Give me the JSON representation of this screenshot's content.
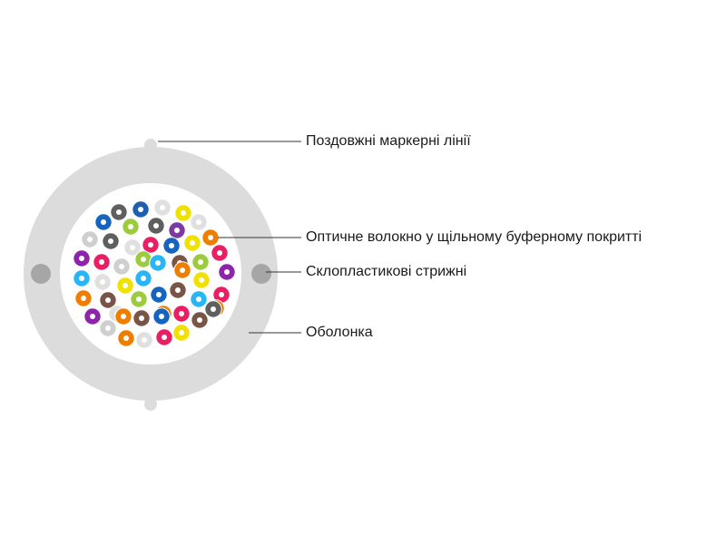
{
  "labels": [
    "Поздовжні маркерні лінії",
    "Оптичне волокно у щільному буферному покритті",
    "Склопластикові стрижні",
    "Оболонка"
  ],
  "colors": {
    "sheath": "#dcdcdc",
    "core": "#ffffff",
    "rods": "#a6a6a6",
    "leader": "#333333",
    "fiber_palette": [
      "#1565c0",
      "#ef7d00",
      "#4caf50",
      "#795548",
      "#9e9e9e",
      "#f2f2f2",
      "#e53935",
      "#212121",
      "#ffeb00",
      "#8e24aa",
      "#e91e63",
      "#29b6f6",
      "#9ccc3d",
      "#5d4037",
      "#cfcfcf",
      "#616161"
    ]
  },
  "fibers": [
    {
      "color": "#5f5f5f"
    },
    {
      "color": "#1d5fb0"
    },
    {
      "color": "#e0e0e0"
    },
    {
      "color": "#f1e100"
    },
    {
      "color": "#1565c0"
    },
    {
      "color": "#9ccc3d"
    },
    {
      "color": "#5f5f5f"
    },
    {
      "color": "#7d3aa0"
    },
    {
      "color": "#e0e0e0"
    },
    {
      "color": "#cfcfcf"
    },
    {
      "color": "#5f5f5f"
    },
    {
      "color": "#e0e0e0"
    },
    {
      "color": "#e91e63"
    },
    {
      "color": "#1565c0"
    },
    {
      "color": "#f1e100"
    },
    {
      "color": "#ef7d00"
    },
    {
      "color": "#8e24aa"
    },
    {
      "color": "#e91e63"
    },
    {
      "color": "#cfcfcf"
    },
    {
      "color": "#9ccc3d"
    },
    {
      "color": "#29b6f6"
    },
    {
      "color": "#795548"
    },
    {
      "color": "#9ccc3d"
    },
    {
      "color": "#e91e63"
    },
    {
      "color": "#29b6f6"
    },
    {
      "color": "#e0e0e0"
    },
    {
      "color": "#f1e100"
    },
    {
      "color": "#29b6f6"
    },
    {
      "color": "#ef7d00"
    },
    {
      "color": "#f1e100"
    },
    {
      "color": "#8e24aa"
    },
    {
      "color": "#ef7d00"
    },
    {
      "color": "#795548"
    },
    {
      "color": "#9ccc3d"
    },
    {
      "color": "#1565c0"
    },
    {
      "color": "#795548"
    },
    {
      "color": "#29b6f6"
    },
    {
      "color": "#e91e63"
    },
    {
      "color": "#8e24aa"
    },
    {
      "color": "#e0e0e0"
    },
    {
      "color": "#795548"
    },
    {
      "color": "#ef7d00"
    },
    {
      "color": "#e91e63"
    },
    {
      "color": "#ef7d00"
    },
    {
      "color": "#5f5f5f"
    },
    {
      "color": "#cfcfcf"
    },
    {
      "color": "#ef7d00"
    },
    {
      "color": "#1565c0"
    },
    {
      "color": "#f1e100"
    },
    {
      "color": "#795548"
    },
    {
      "color": "#ef7d00"
    },
    {
      "color": "#e0e0e0"
    },
    {
      "color": "#e91e63"
    },
    {
      "color": "#f1e100"
    }
  ]
}
